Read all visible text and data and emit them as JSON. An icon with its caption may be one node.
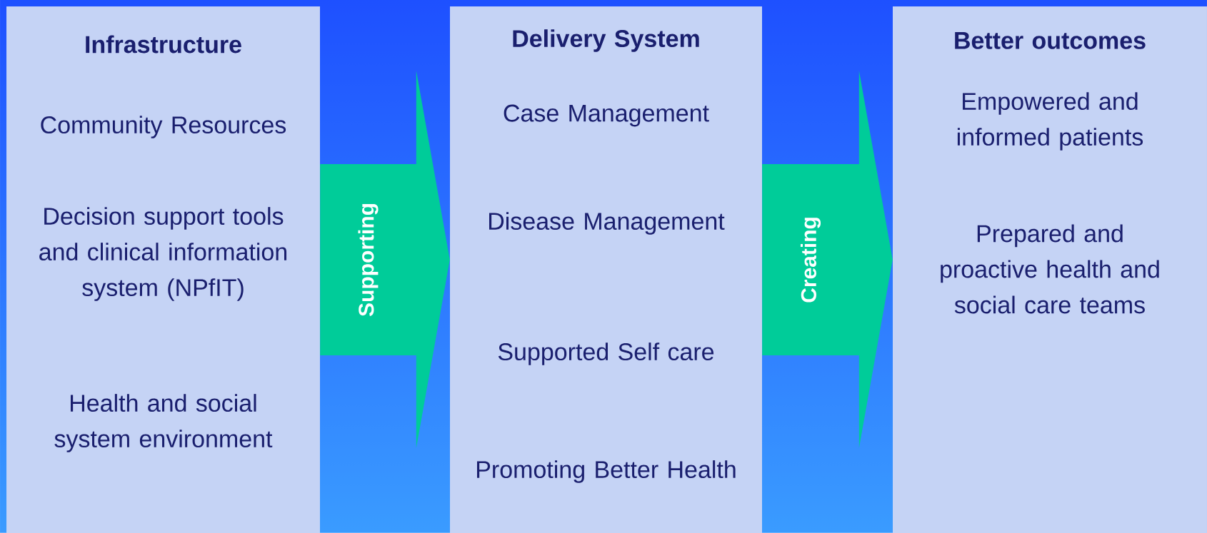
{
  "diagram": {
    "nodes": [
      {
        "text": [
          "Infrastructure",
          "Community Resources",
          "Decision support tools and clinical information system (NPfIT)",
          "Health and social system environment"
        ]
      },
      {
        "text": [
          "Delivery System",
          "Case Management",
          "Disease Management",
          "Supported Self care",
          "Promoting Better Health"
        ]
      },
      {
        "text": [
          "Better outcomes",
          "Empowered and informed patients",
          "Prepared and proactive health and social care teams"
        ]
      }
    ],
    "edges": [
      {
        "from": 0,
        "to": 1,
        "arrow": "to",
        "label": "Supporting"
      },
      {
        "from": 1,
        "to": 2,
        "arrow": "to",
        "label": "Creating"
      }
    ]
  }
}
